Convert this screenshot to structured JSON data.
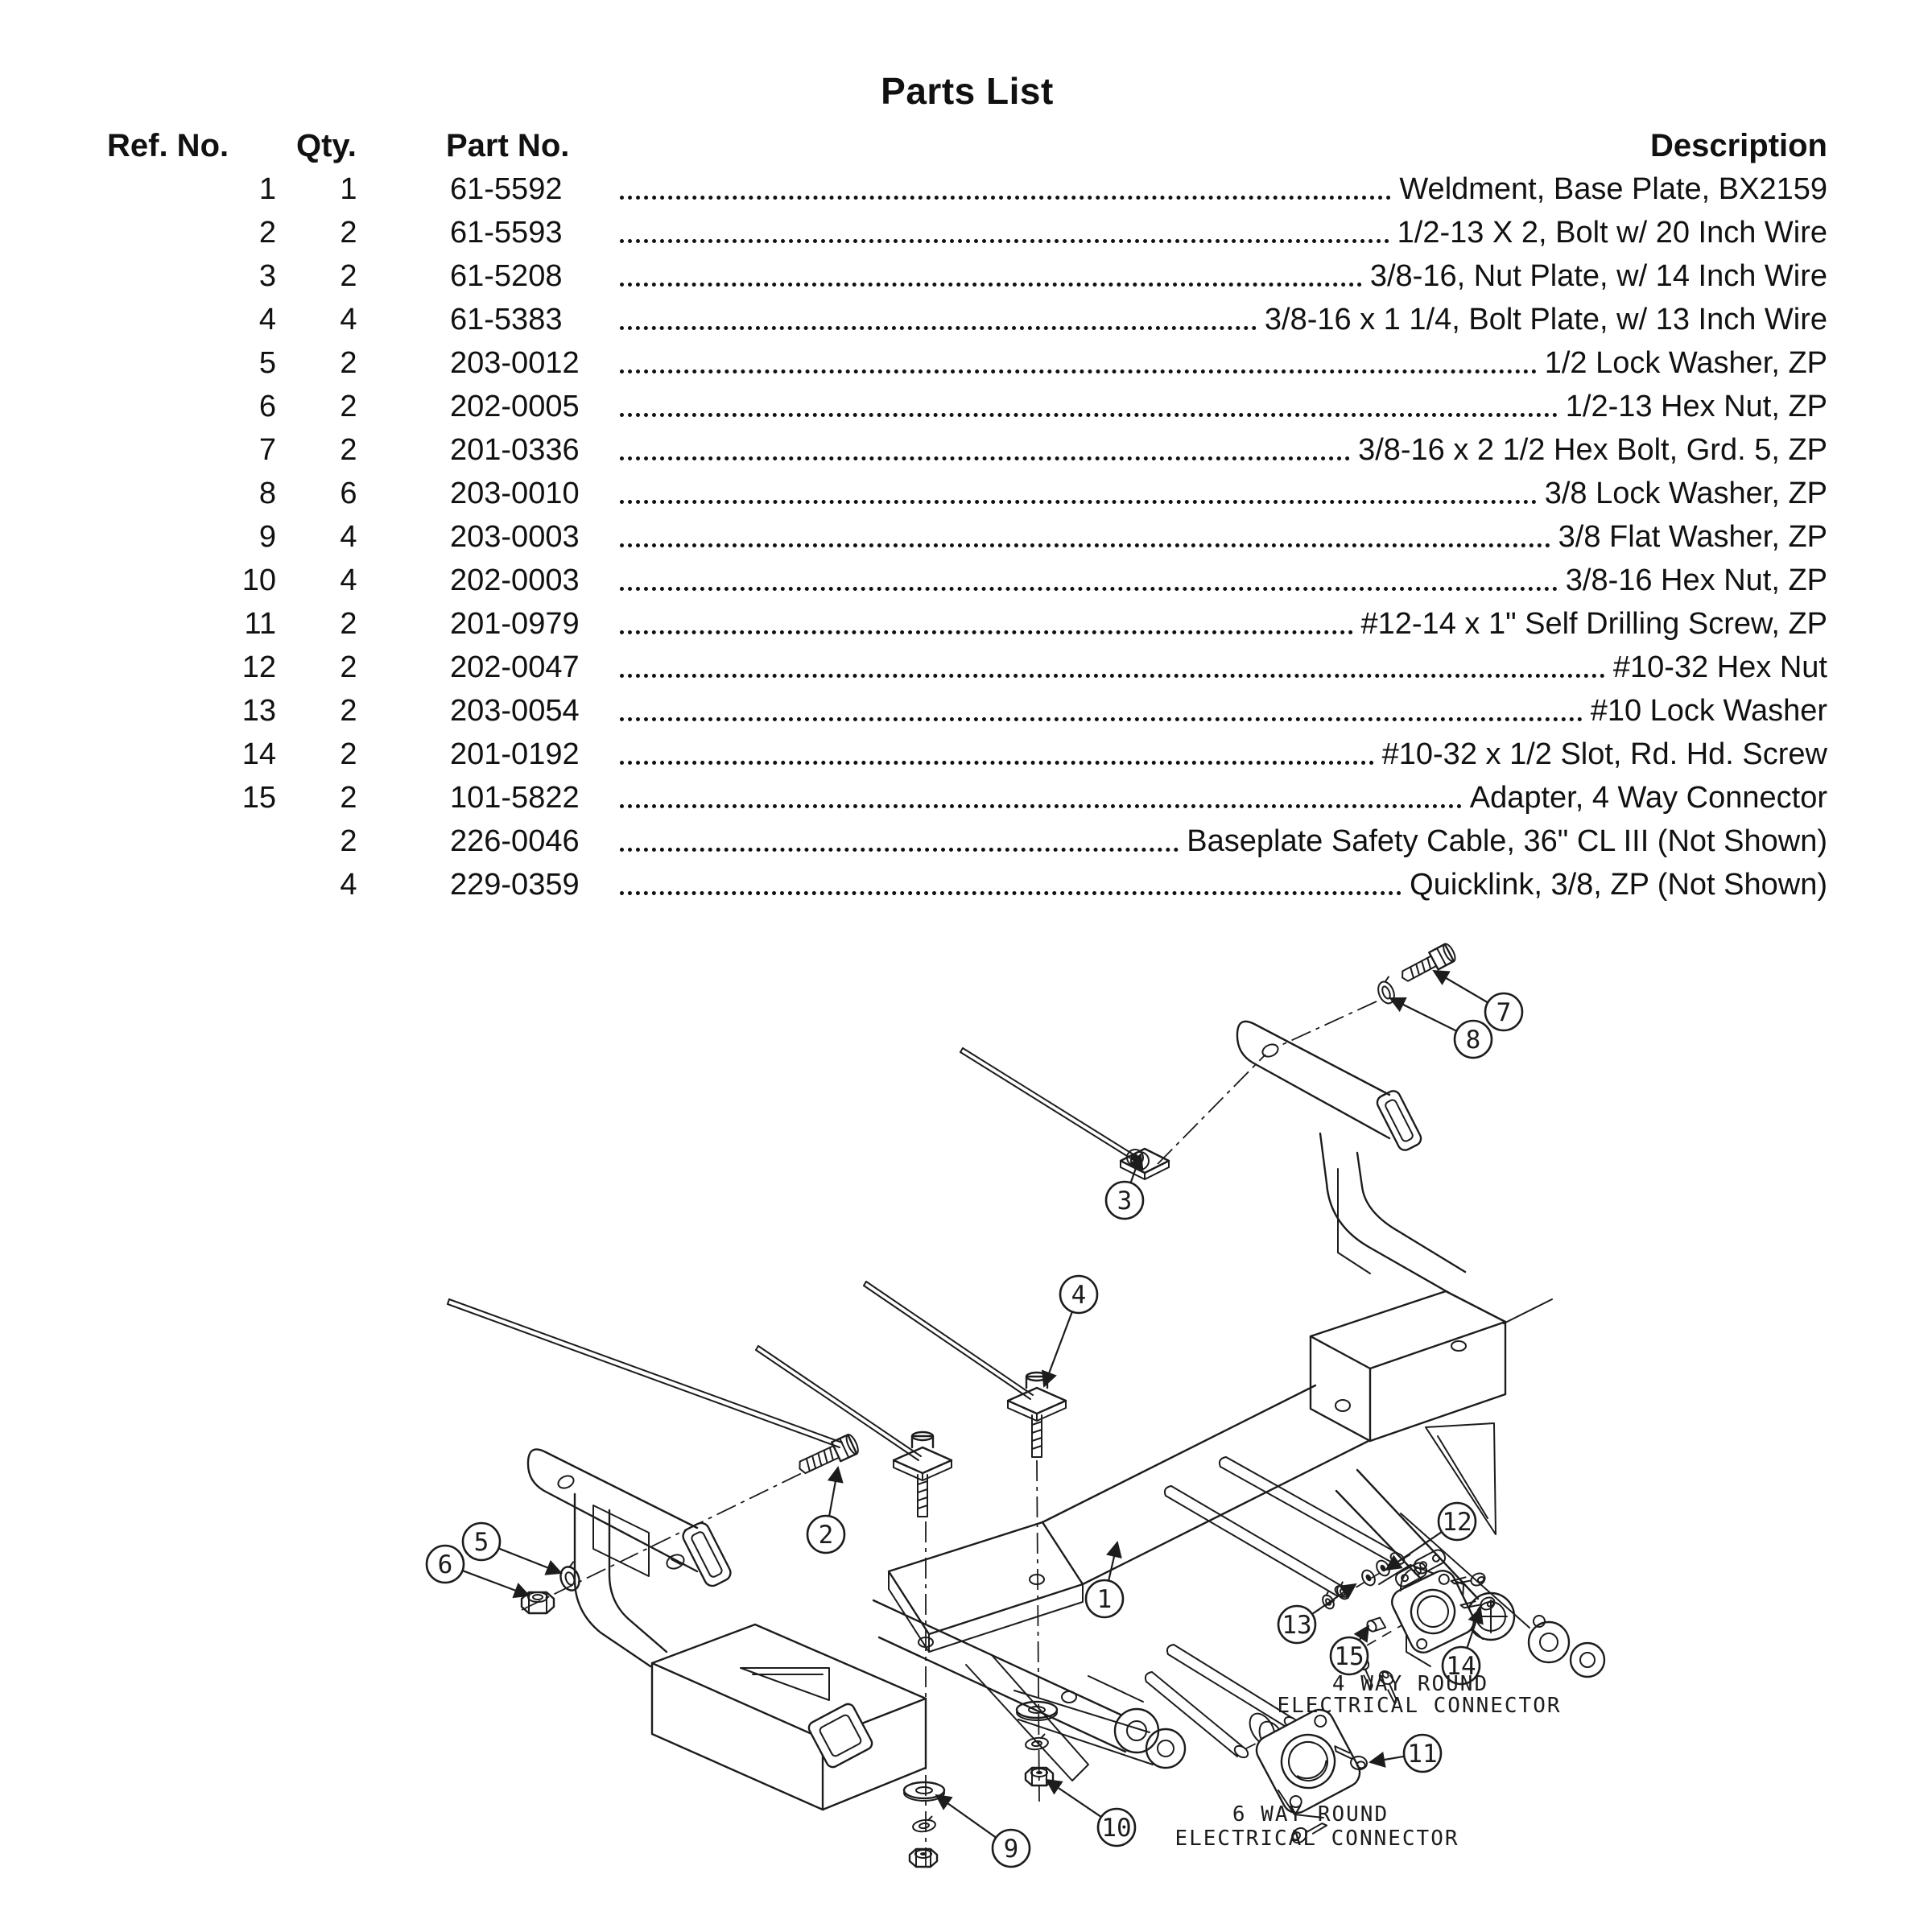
{
  "list": {
    "title": "Parts List",
    "columns": {
      "ref": "Ref. No.",
      "qty": "Qty.",
      "part": "Part No.",
      "desc": "Description"
    },
    "rows": [
      {
        "ref": "1",
        "qty": "1",
        "part": "61-5592",
        "desc": "Weldment, Base Plate, BX2159"
      },
      {
        "ref": "2",
        "qty": "2",
        "part": "61-5593",
        "desc": "1/2-13 X 2, Bolt w/ 20 Inch Wire"
      },
      {
        "ref": "3",
        "qty": "2",
        "part": "61-5208",
        "desc": "3/8-16, Nut Plate, w/ 14 Inch Wire"
      },
      {
        "ref": "4",
        "qty": "4",
        "part": "61-5383",
        "desc": "3/8-16 x 1 1/4, Bolt Plate, w/ 13 Inch Wire"
      },
      {
        "ref": "5",
        "qty": "2",
        "part": "203-0012",
        "desc": "1/2 Lock Washer, ZP"
      },
      {
        "ref": "6",
        "qty": "2",
        "part": "202-0005",
        "desc": "1/2-13 Hex Nut, ZP"
      },
      {
        "ref": "7",
        "qty": "2",
        "part": "201-0336",
        "desc": "3/8-16 x 2 1/2 Hex Bolt, Grd. 5, ZP"
      },
      {
        "ref": "8",
        "qty": "6",
        "part": "203-0010",
        "desc": "3/8 Lock Washer, ZP"
      },
      {
        "ref": "9",
        "qty": "4",
        "part": "203-0003",
        "desc": "3/8 Flat Washer, ZP"
      },
      {
        "ref": "10",
        "qty": "4",
        "part": "202-0003",
        "desc": "3/8-16 Hex Nut, ZP"
      },
      {
        "ref": "11",
        "qty": "2",
        "part": "201-0979",
        "desc": "#12-14 x 1\" Self Drilling Screw, ZP"
      },
      {
        "ref": "12",
        "qty": "2",
        "part": "202-0047",
        "desc": "#10-32 Hex Nut"
      },
      {
        "ref": "13",
        "qty": "2",
        "part": "203-0054",
        "desc": "#10 Lock Washer"
      },
      {
        "ref": "14",
        "qty": "2",
        "part": "201-0192",
        "desc": "#10-32 x 1/2 Slot, Rd. Hd. Screw"
      },
      {
        "ref": "15",
        "qty": "2",
        "part": "101-5822",
        "desc": "Adapter, 4 Way Connector"
      },
      {
        "ref": "",
        "qty": "2",
        "part": "226-0046",
        "desc": "Baseplate Safety Cable, 36\" CL III (Not Shown)"
      },
      {
        "ref": "",
        "qty": "4",
        "part": "229-0359",
        "desc": "Quicklink, 3/8, ZP (Not Shown)"
      }
    ]
  },
  "diagram": {
    "callout_numbers": [
      "1",
      "2",
      "3",
      "4",
      "5",
      "6",
      "7",
      "8",
      "9",
      "10",
      "11",
      "12",
      "13",
      "14",
      "15"
    ],
    "connector_labels": [
      {
        "line1": "4 WAY ROUND",
        "line2": "ELECTRICAL CONNECTOR"
      },
      {
        "line1": "6 WAY ROUND",
        "line2": "ELECTRICAL CONNECTOR"
      }
    ],
    "ink_color": "#1c1c1c"
  }
}
